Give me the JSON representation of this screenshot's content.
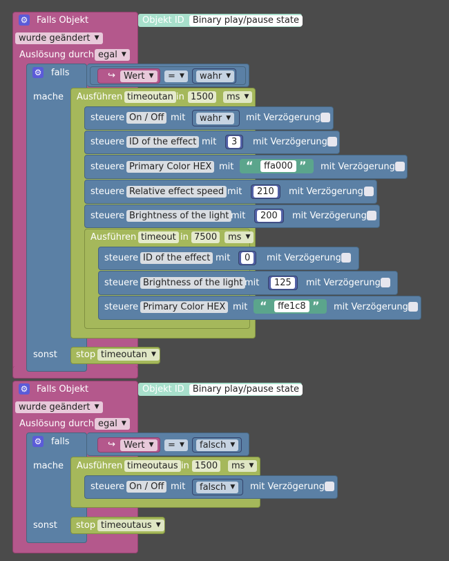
{
  "block1": {
    "title": "Falls Objekt",
    "object_id_label": "Objekt ID",
    "object_id_value": "Binary play/pause state",
    "changed": "wurde geändert",
    "trigger_label": "Auslösung durch",
    "trigger_value": "egal",
    "if_label": "falls",
    "do_label": "mache",
    "else_label": "sonst",
    "cond_var": "Wert",
    "cond_op": "=",
    "cond_val": "wahr",
    "timeout1": {
      "label": "Ausführen",
      "name": "timeoutan",
      "in": "in",
      "value": "1500",
      "unit": "ms"
    },
    "controls1": [
      {
        "steuere": "steuere",
        "target": "On / Off",
        "mit": "mit",
        "value": "wahr",
        "delay": "mit Verzögerung"
      },
      {
        "steuere": "steuere",
        "target": "ID of the effect",
        "mit": "mit",
        "value": "3",
        "delay": "mit Verzögerung"
      },
      {
        "steuere": "steuere",
        "target": "Primary Color HEX",
        "mit": "mit",
        "value": "ffa000",
        "delay": "mit Verzögerung"
      },
      {
        "steuere": "steuere",
        "target": "Relative effect speed",
        "mit": "mit",
        "value": "210",
        "delay": "mit Verzögerung"
      },
      {
        "steuere": "steuere",
        "target": "Brightness of the light",
        "mit": "mit",
        "value": "200",
        "delay": "mit Verzögerung"
      }
    ],
    "timeout2": {
      "label": "Ausführen",
      "name": "timeout",
      "in": "in",
      "value": "7500",
      "unit": "ms"
    },
    "controls2": [
      {
        "steuere": "steuere",
        "target": "ID of the effect",
        "mit": "mit",
        "value": "0",
        "delay": "mit Verzögerung"
      },
      {
        "steuere": "steuere",
        "target": "Brightness of the light",
        "mit": "mit",
        "value": "125",
        "delay": "mit Verzögerung"
      },
      {
        "steuere": "steuere",
        "target": "Primary Color HEX",
        "mit": "mit",
        "value": "ffe1c8",
        "delay": "mit Verzögerung"
      }
    ],
    "stop": {
      "label": "stop",
      "name": "timeoutan"
    }
  },
  "block2": {
    "title": "Falls Objekt",
    "object_id_label": "Objekt ID",
    "object_id_value": "Binary play/pause state",
    "changed": "wurde geändert",
    "trigger_label": "Auslösung durch",
    "trigger_value": "egal",
    "if_label": "falls",
    "do_label": "mache",
    "else_label": "sonst",
    "cond_var": "Wert",
    "cond_op": "=",
    "cond_val": "falsch",
    "timeout1": {
      "label": "Ausführen",
      "name": "timeoutaus",
      "in": "in",
      "value": "1500",
      "unit": "ms"
    },
    "controls1": [
      {
        "steuere": "steuere",
        "target": "On / Off",
        "mit": "mit",
        "value": "falsch",
        "delay": "mit Verzögerung"
      }
    ],
    "stop": {
      "label": "stop",
      "name": "timeoutaus"
    }
  },
  "colors": {
    "event": "#b4588c",
    "logic": "#5b80a5",
    "timeout": "#a5b85b",
    "text": "#5ba58c",
    "math": "#5160a5",
    "gear": "#5b5bd8"
  },
  "icons": {
    "gear": "gear-icon",
    "arrow": "return-arrow-icon",
    "dropdown": "chevron-down-icon"
  }
}
